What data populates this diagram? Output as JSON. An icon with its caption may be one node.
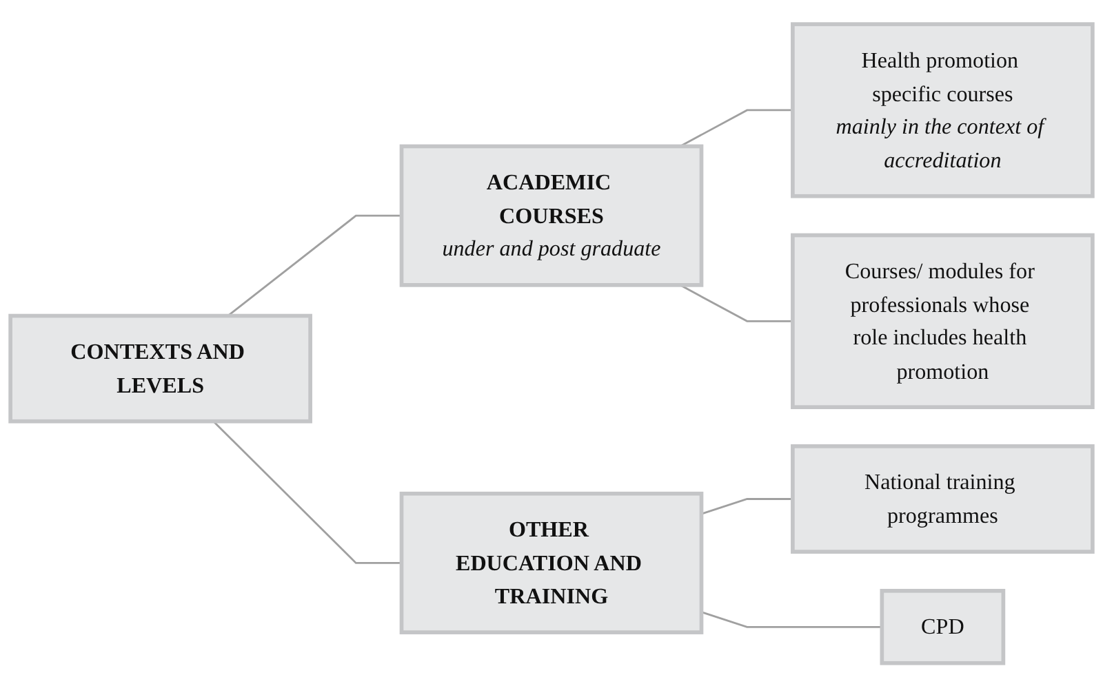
{
  "diagram": {
    "nodes": [
      {
        "text": [
          "CONTEXTS AND LEVELS"
        ]
      },
      {
        "text": [
          "ACADEMIC COURSES",
          "under and post graduate"
        ]
      },
      {
        "text": [
          "Health promotion specific courses",
          "mainly in the context of accreditation"
        ]
      },
      {
        "text": [
          "Courses/ modules for professionals whose role includes health promotion"
        ]
      },
      {
        "text": [
          "OTHER EDUCATION AND TRAINING"
        ]
      },
      {
        "text": [
          "National training programmes"
        ]
      },
      {
        "text": [
          "CPD"
        ]
      }
    ],
    "edges": [
      {
        "from": 0,
        "to": 1,
        "arrow": "none"
      },
      {
        "from": 0,
        "to": 4,
        "arrow": "none"
      },
      {
        "from": 1,
        "to": 2,
        "arrow": "none"
      },
      {
        "from": 1,
        "to": 3,
        "arrow": "none"
      },
      {
        "from": 4,
        "to": 5,
        "arrow": "none"
      },
      {
        "from": 4,
        "to": 6,
        "arrow": "none"
      }
    ]
  }
}
